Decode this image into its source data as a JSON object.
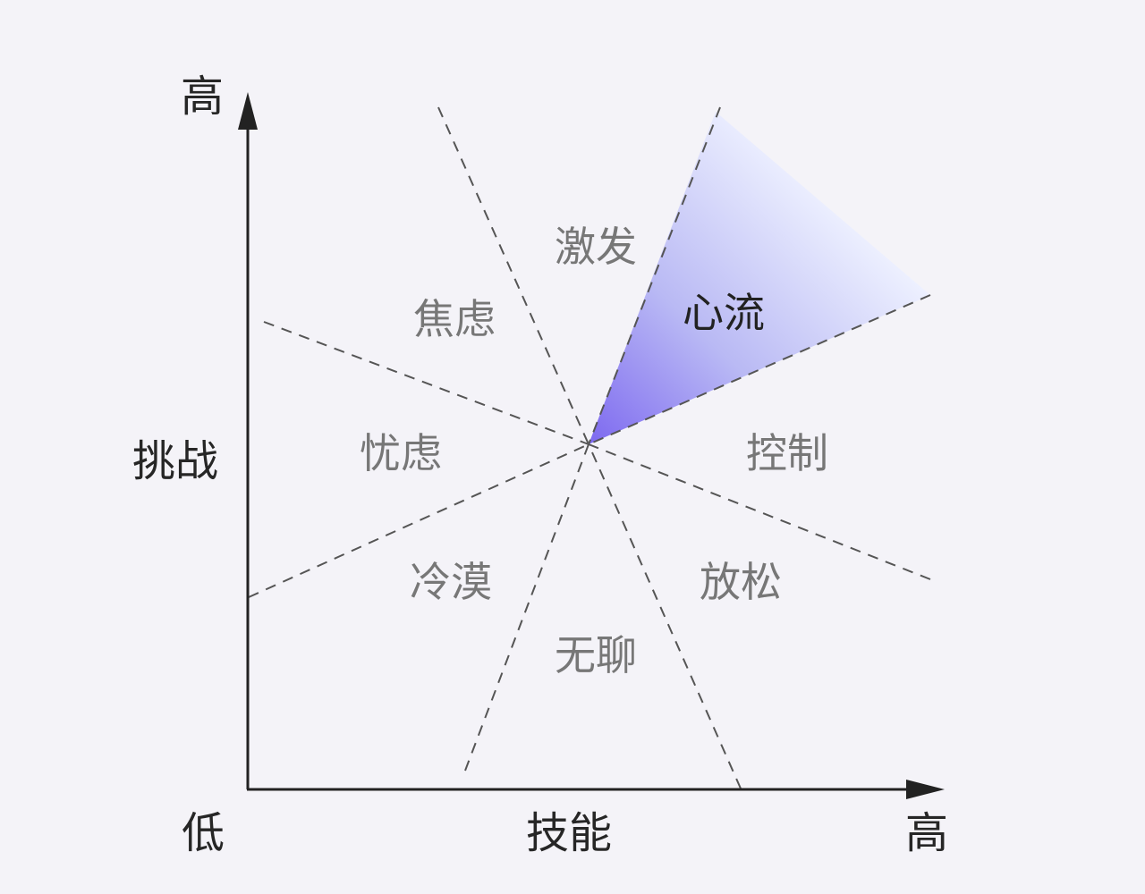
{
  "diagram": {
    "axis_labels": {
      "y_high": "高",
      "y_name": "挑战",
      "origin_low": "低",
      "x_name": "技能",
      "x_high": "高"
    },
    "regions": {
      "arousal": "激发",
      "anxiety": "焦虑",
      "worry": "忧虑",
      "apathy": "冷漠",
      "boredom": "无聊",
      "relaxation": "放松",
      "control": "控制",
      "flow": "心流"
    },
    "colors": {
      "background": "#f4f3f8",
      "axis": "#222222",
      "dashed_line": "#555555",
      "flow_gradient_start": "#7e6af0",
      "flow_gradient_end": "#e2e7ff"
    }
  }
}
